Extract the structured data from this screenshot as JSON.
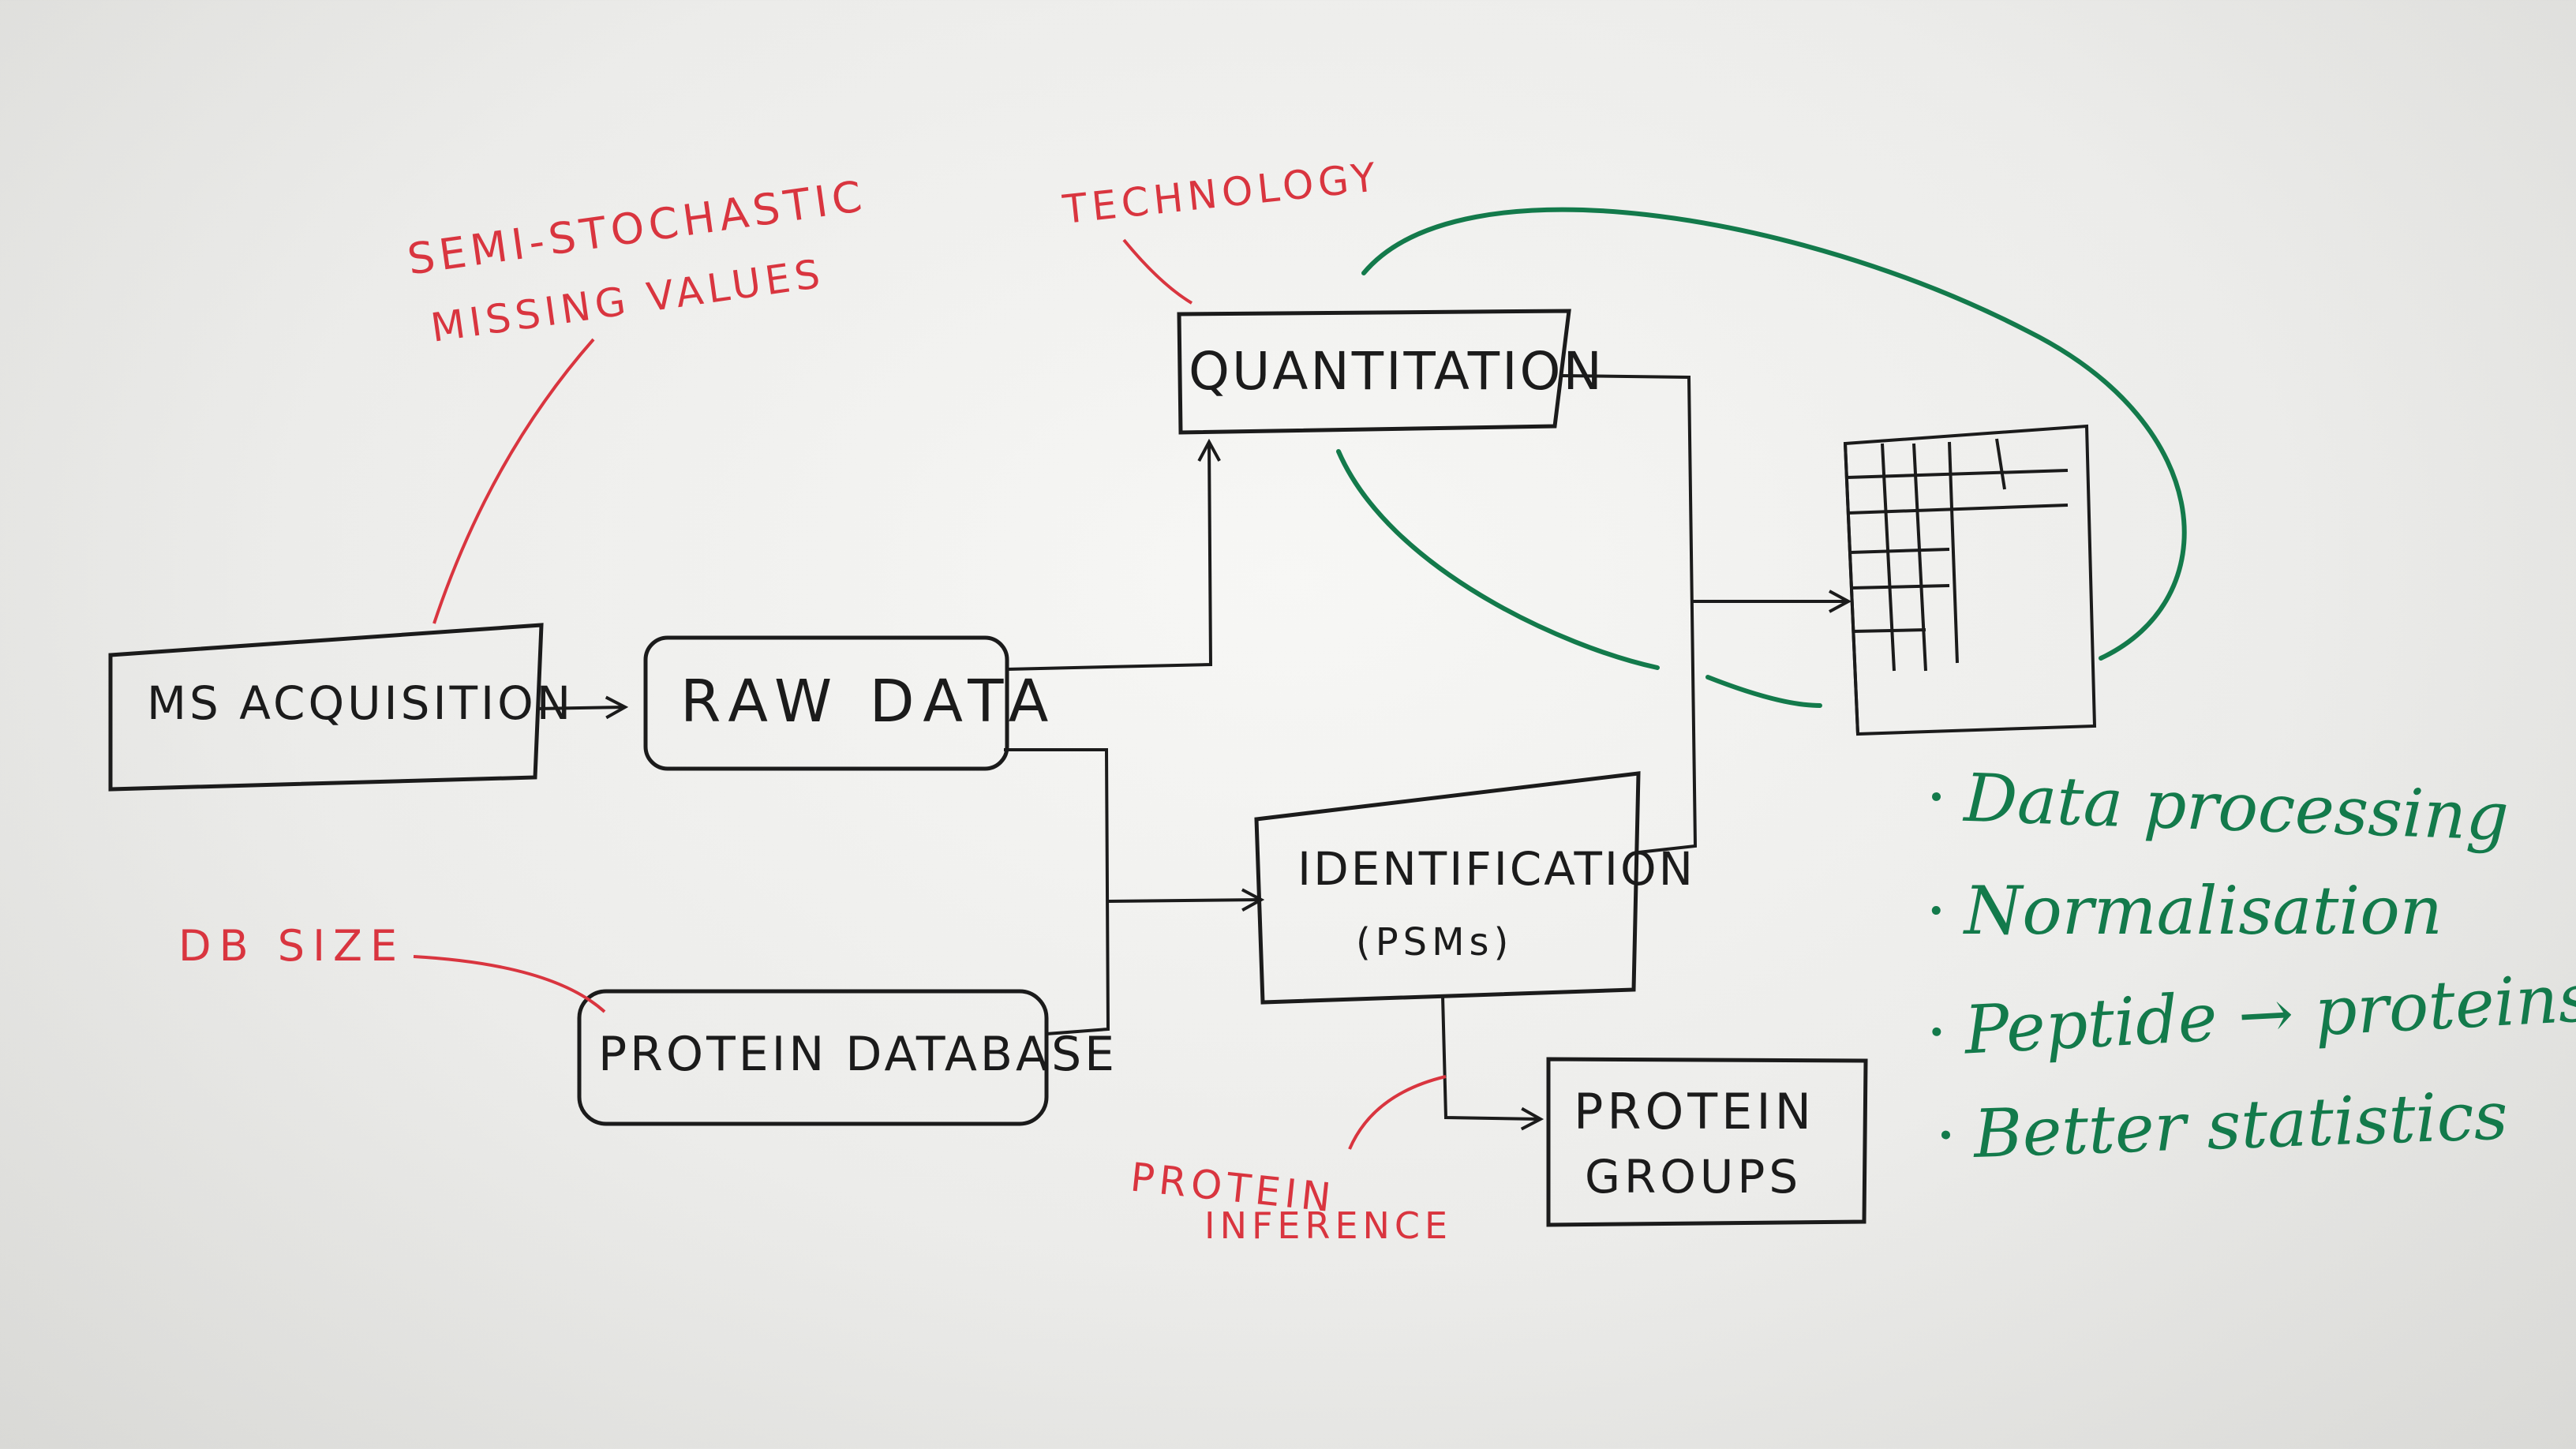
{
  "nodes": {
    "ms_acquisition": "MS ACQUISITION",
    "raw_data": "RAW DATA",
    "protein_database": "PROTEIN DATABASE",
    "quantitation": "QUANTITATION",
    "identification": "IDENTIFICATION",
    "identification_sub": "(PSMs)",
    "protein_groups_line1": "PROTEIN",
    "protein_groups_line2": "GROUPS"
  },
  "annotations": {
    "semi_stochastic_line1": "SEMI-STOCHASTIC",
    "semi_stochastic_line2": "MISSING VALUES",
    "technology": "TECHNOLOGY",
    "db_size": "DB SIZE",
    "protein_inference_line1": "PROTEIN",
    "protein_inference_line2": "INFERENCE"
  },
  "bullet_list": {
    "items": [
      "Data processing",
      "Normalisation",
      "Peptide → proteins",
      "Better statistics"
    ]
  },
  "colors": {
    "ink_black": "#1b1b1b",
    "ink_red": "#d9353f",
    "ink_green": "#137a4b"
  }
}
